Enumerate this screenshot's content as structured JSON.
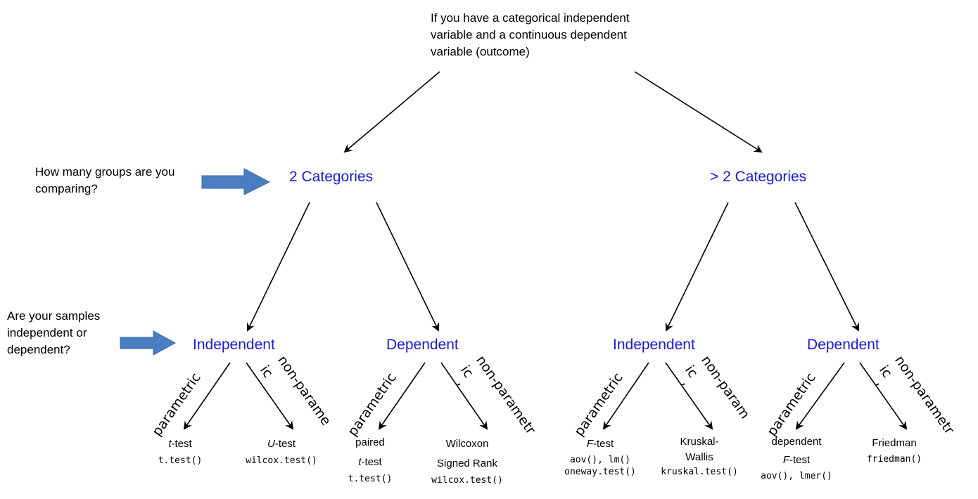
{
  "root": {
    "lines": [
      "If you have a categorical independent",
      "variable and a continuous dependent",
      "variable (outcome)"
    ]
  },
  "questions": {
    "groups": [
      "How many groups are you",
      "comparing?"
    ],
    "samples": [
      "Are your samples",
      "independent or",
      "dependent?"
    ]
  },
  "levels": {
    "two": "2 Categories",
    "more": "> 2 Categories"
  },
  "branches": {
    "two_independent": "Independent",
    "two_dependent": "Dependent",
    "more_independent": "Independent",
    "more_dependent": "Dependent"
  },
  "edge_labels": {
    "b1_param": "parametric",
    "b1_nonparam_a": "ic",
    "b1_nonparam_b": "non-parame",
    "b2_param": "parametric",
    "b2_nonparam_a": "ic",
    "b2_nonparam_mid": ",",
    "b2_nonparam_b": "non-parametr",
    "b3_param": "parametric",
    "b3_nonparam_a": "ic",
    "b3_nonparam_mid": ",",
    "b3_nonparam_b": "non-param",
    "b4_param": "parametric",
    "b4_nonparam_a": "ic",
    "b4_nonparam_mid": ",",
    "b4_nonparam_b": "non-parametr"
  },
  "tests": {
    "ttest": {
      "pre": "t",
      "post": "-test",
      "fn": "t.test()"
    },
    "utest": {
      "pre": "U",
      "post": "-test",
      "fn": "wilcox.test()"
    },
    "paired": {
      "line1": "paired",
      "pre": "t",
      "post": "-test",
      "fn": "t.test()"
    },
    "wilcoxon": {
      "line1": "Wilcoxon",
      "line2": "Signed Rank",
      "fn": "wilcox.test()"
    },
    "ftest": {
      "pre": "F",
      "post": "-test",
      "fn1": "aov(), lm()",
      "fn2": "oneway.test()"
    },
    "kruskal": {
      "line1": "Kruskal-",
      "line2": "Wallis",
      "fn": "kruskal.test()"
    },
    "depf": {
      "line1": "dependent",
      "pre": "F",
      "post": "-test",
      "fn": "aov(), lmer()"
    },
    "friedman": {
      "line1": "Friedman",
      "fn": "friedman()"
    }
  },
  "colors": {
    "category_text": "#1a1adc",
    "pointer_arrow": "#4a7ec0",
    "arrow": "#000000"
  }
}
